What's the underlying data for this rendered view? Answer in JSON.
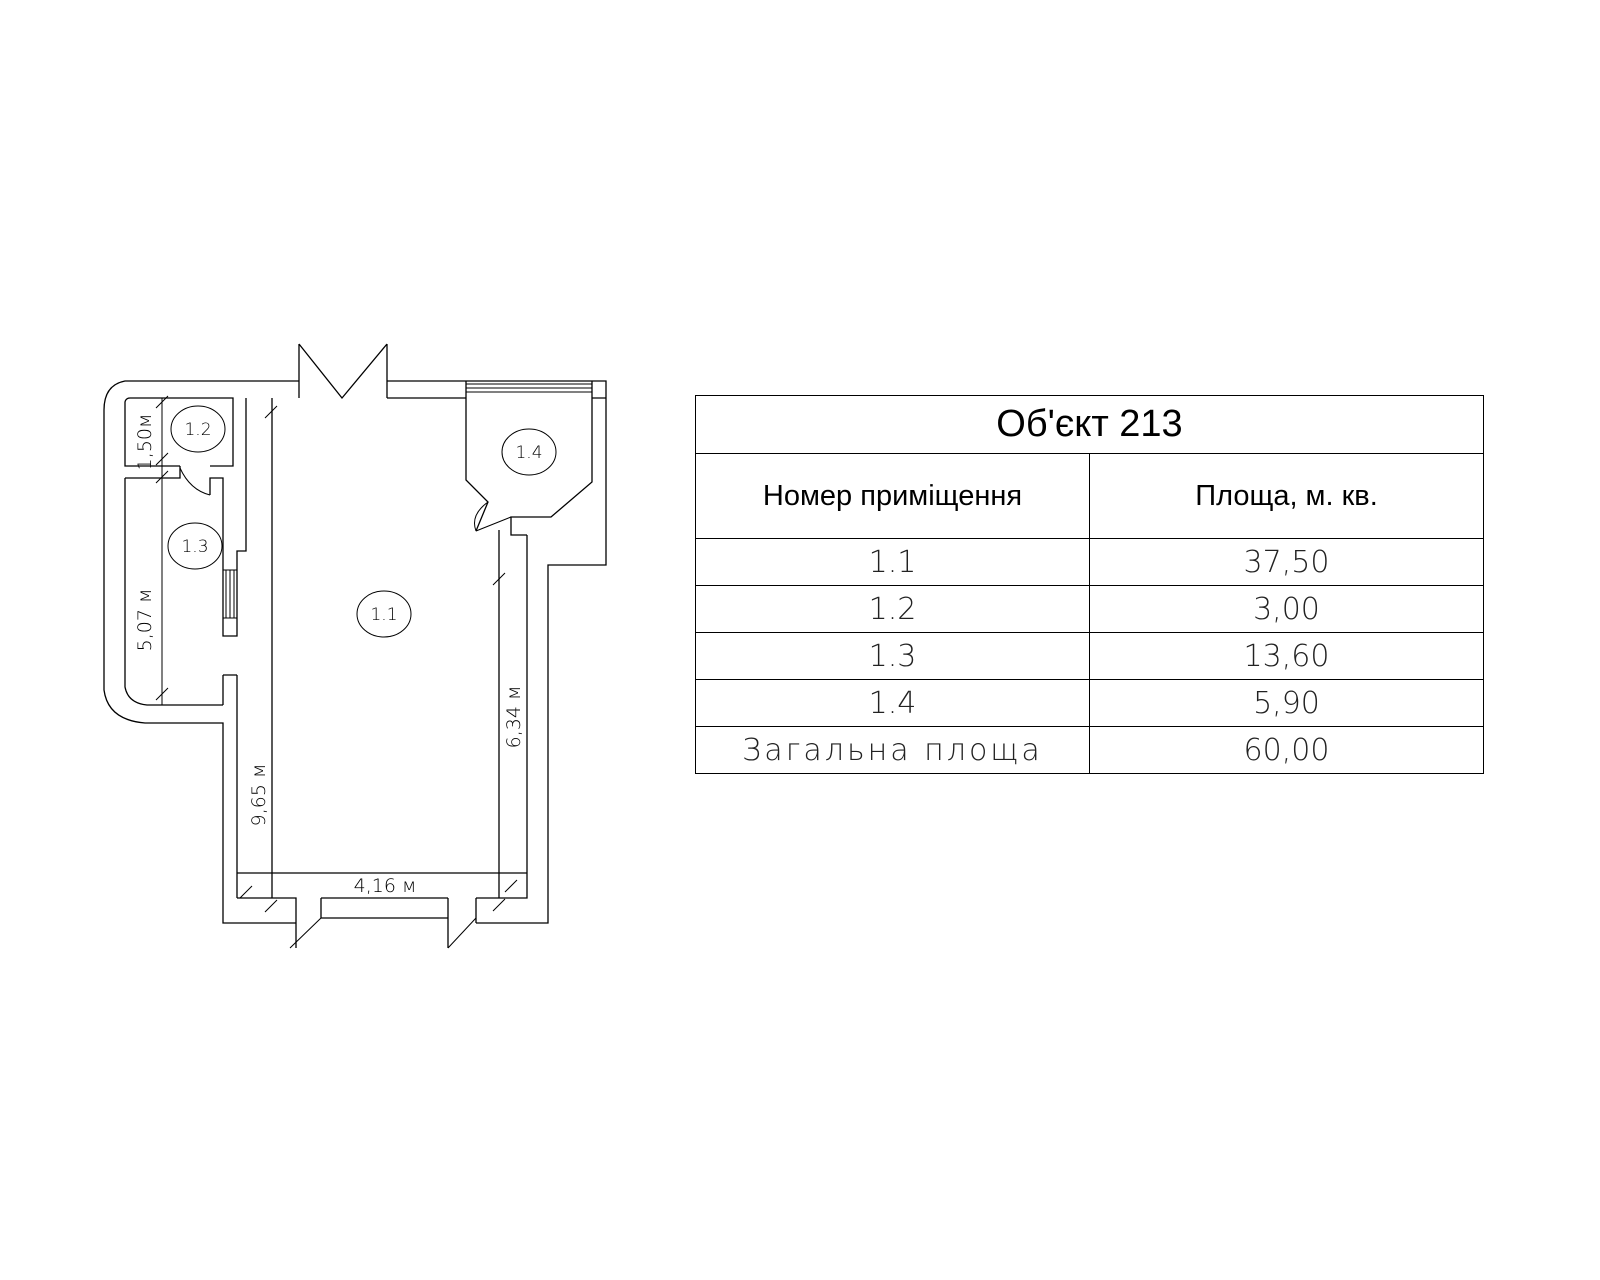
{
  "plan": {
    "rooms": [
      {
        "id": "1.1"
      },
      {
        "id": "1.2"
      },
      {
        "id": "1.3"
      },
      {
        "id": "1.4"
      }
    ],
    "dimensions": {
      "d_150": "1,50м",
      "d_507": "5,07 м",
      "d_965": "9,65 м",
      "d_634": "6,34 м",
      "d_416": "4,16 м"
    }
  },
  "table": {
    "title": "Об'єкт 213",
    "headers": [
      "Номер приміщення",
      "Площа, м. кв."
    ],
    "rows": [
      {
        "room": "1.1",
        "area": "37,50"
      },
      {
        "room": "1.2",
        "area": "3,00"
      },
      {
        "room": "1.3",
        "area": "13,60"
      },
      {
        "room": "1.4",
        "area": "5,90"
      }
    ],
    "total_label": "Загальна площа",
    "total_area": "60,00"
  }
}
